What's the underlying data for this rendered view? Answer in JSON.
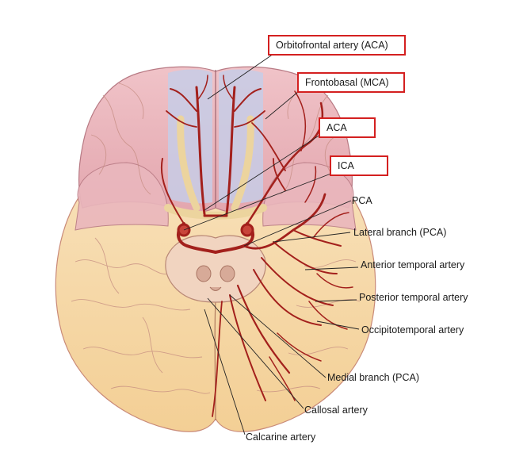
{
  "labels": {
    "orbitofrontal": "Orbitofrontal artery (ACA)",
    "frontobasal": "Frontobasal  (MCA)",
    "aca": "ACA",
    "ica": "ICA",
    "pca": "PCA",
    "lateral_branch": "Lateral branch (PCA)",
    "anterior_temporal": "Anterior temporal artery",
    "posterior_temporal": "Posterior temporal artery",
    "occipitotemporal": "Occipitotemporal artery",
    "medial_branch": "Medial branch (PCA)",
    "callosal": "Callosal artery",
    "calcarine": "Calcarine artery"
  },
  "colors": {
    "highlight_box": "#d42020",
    "artery": "#a3201c",
    "frontal_lobe": "#e8aeb5",
    "temporal_occipital": "#f5d9a8",
    "olfactory_region": "#c9cde6",
    "leader_line": "#222222"
  }
}
